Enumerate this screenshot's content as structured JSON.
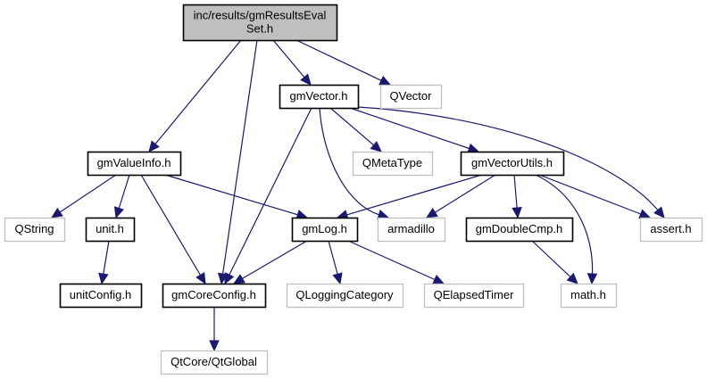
{
  "diagram": {
    "type": "include-dependency-graph",
    "colors": {
      "edge": "#191970",
      "root_fill": "#bfbfbf",
      "root_border": "#000000",
      "documented_border": "#000000",
      "external_border": "#bfbfbf",
      "node_fill": "#ffffff"
    },
    "nodes": [
      {
        "id": "root",
        "lines": [
          "inc/results/gmResultsEval",
          "Set.h"
        ],
        "kind": "root"
      },
      {
        "id": "gmVector",
        "lines": [
          "gmVector.h"
        ],
        "kind": "documented"
      },
      {
        "id": "QVector",
        "lines": [
          "QVector"
        ],
        "kind": "external"
      },
      {
        "id": "gmValueInfo",
        "lines": [
          "gmValueInfo.h"
        ],
        "kind": "documented"
      },
      {
        "id": "QMetaType",
        "lines": [
          "QMetaType"
        ],
        "kind": "external"
      },
      {
        "id": "gmVectorUtils",
        "lines": [
          "gmVectorUtils.h"
        ],
        "kind": "documented"
      },
      {
        "id": "QString",
        "lines": [
          "QString"
        ],
        "kind": "external"
      },
      {
        "id": "unit",
        "lines": [
          "unit.h"
        ],
        "kind": "documented"
      },
      {
        "id": "gmLog",
        "lines": [
          "gmLog.h"
        ],
        "kind": "documented"
      },
      {
        "id": "armadillo",
        "lines": [
          "armadillo"
        ],
        "kind": "external"
      },
      {
        "id": "gmDoubleCmp",
        "lines": [
          "gmDoubleCmp.h"
        ],
        "kind": "documented"
      },
      {
        "id": "assert",
        "lines": [
          "assert.h"
        ],
        "kind": "external"
      },
      {
        "id": "unitConfig",
        "lines": [
          "unitConfig.h"
        ],
        "kind": "documented"
      },
      {
        "id": "gmCoreConfig",
        "lines": [
          "gmCoreConfig.h"
        ],
        "kind": "documented"
      },
      {
        "id": "QLoggingCategory",
        "lines": [
          "QLoggingCategory"
        ],
        "kind": "external"
      },
      {
        "id": "QElapsedTimer",
        "lines": [
          "QElapsedTimer"
        ],
        "kind": "external"
      },
      {
        "id": "math",
        "lines": [
          "math.h"
        ],
        "kind": "external"
      },
      {
        "id": "QtGlobal",
        "lines": [
          "QtCore/QtGlobal"
        ],
        "kind": "external"
      }
    ],
    "edges": [
      {
        "from": "root",
        "to": "gmValueInfo"
      },
      {
        "from": "root",
        "to": "gmCoreConfig"
      },
      {
        "from": "root",
        "to": "gmVector"
      },
      {
        "from": "root",
        "to": "QVector"
      },
      {
        "from": "gmVector",
        "to": "gmCoreConfig"
      },
      {
        "from": "gmVector",
        "to": "armadillo"
      },
      {
        "from": "gmVector",
        "to": "QMetaType"
      },
      {
        "from": "gmVector",
        "to": "gmVectorUtils"
      },
      {
        "from": "gmVector",
        "to": "assert"
      },
      {
        "from": "gmValueInfo",
        "to": "QString"
      },
      {
        "from": "gmValueInfo",
        "to": "unit"
      },
      {
        "from": "gmValueInfo",
        "to": "gmCoreConfig"
      },
      {
        "from": "gmValueInfo",
        "to": "gmLog"
      },
      {
        "from": "gmVectorUtils",
        "to": "gmLog"
      },
      {
        "from": "gmVectorUtils",
        "to": "armadillo"
      },
      {
        "from": "gmVectorUtils",
        "to": "gmDoubleCmp"
      },
      {
        "from": "gmVectorUtils",
        "to": "math"
      },
      {
        "from": "gmVectorUtils",
        "to": "assert"
      },
      {
        "from": "unit",
        "to": "unitConfig"
      },
      {
        "from": "gmLog",
        "to": "gmCoreConfig"
      },
      {
        "from": "gmLog",
        "to": "QLoggingCategory"
      },
      {
        "from": "gmLog",
        "to": "QElapsedTimer"
      },
      {
        "from": "gmDoubleCmp",
        "to": "math"
      },
      {
        "from": "gmCoreConfig",
        "to": "QtGlobal"
      }
    ]
  }
}
